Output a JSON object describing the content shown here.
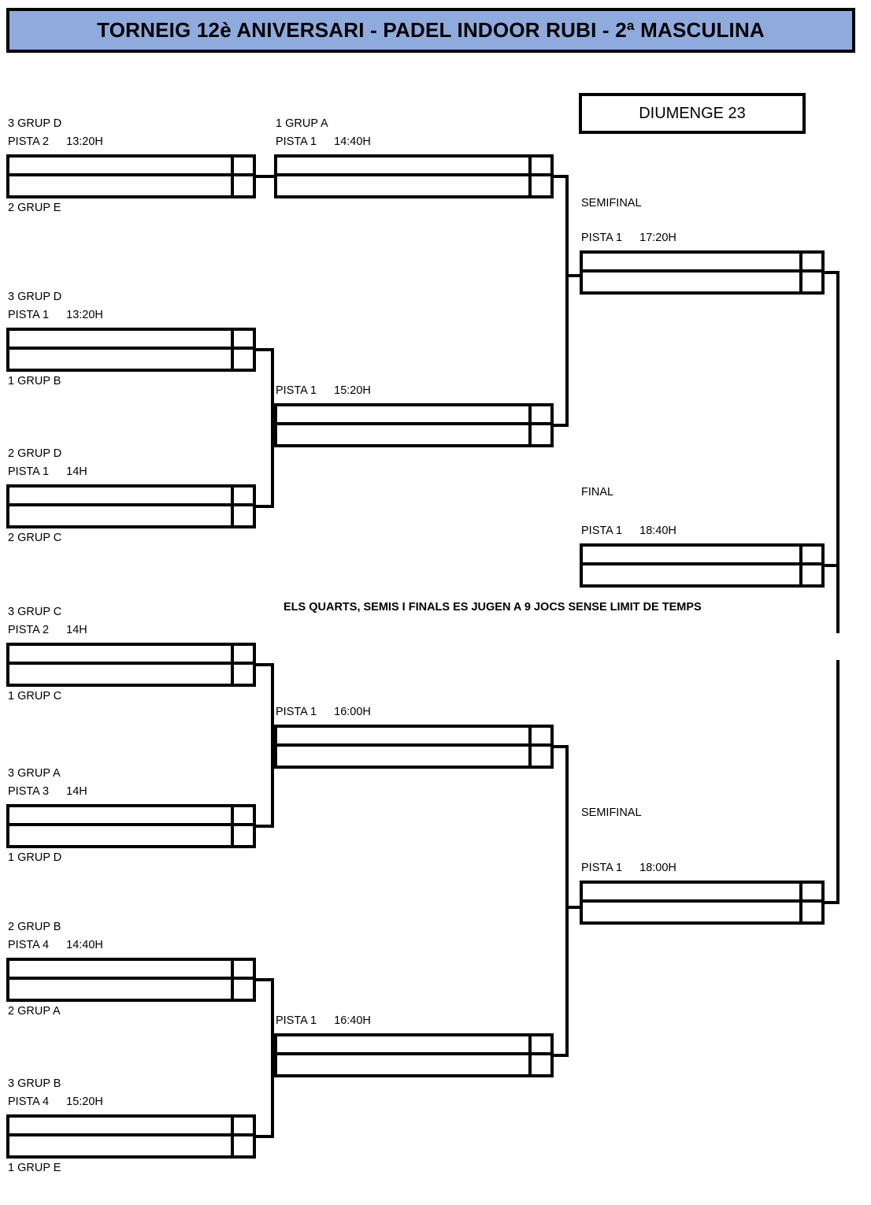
{
  "header": {
    "title": "TORNEIG 12è ANIVERSARI - PADEL INDOOR RUBI - 2ª MASCULINA"
  },
  "day_box": {
    "label": "DIUMENGE 23"
  },
  "note": "ELS QUARTS, SEMIS I FINALS ES JUGEN A 9 JOCS SENSE LIMIT DE TEMPS",
  "round_labels": {
    "semifinal_top": "SEMIFINAL",
    "final": "FINAL",
    "semifinal_bottom": "SEMIFINAL"
  },
  "matches": {
    "r1_m1": {
      "court": "PISTA 2",
      "time": "13:20H",
      "top": "3 GRUP D",
      "bottom": "2 GRUP E"
    },
    "r1_m2": {
      "court": "PISTA 1",
      "time": "13:20H",
      "top": "3 GRUP D",
      "bottom": "1 GRUP B"
    },
    "r1_m3": {
      "court": "PISTA 1",
      "time": "14H",
      "top": "2 GRUP D",
      "bottom": "2 GRUP C"
    },
    "r1_m4": {
      "court": "PISTA 2",
      "time": "14H",
      "top": "3 GRUP C",
      "bottom": "1 GRUP C"
    },
    "r1_m5": {
      "court": "PISTA 3",
      "time": "14H",
      "top": "3 GRUP A",
      "bottom": "1 GRUP D"
    },
    "r1_m6": {
      "court": "PISTA 4",
      "time": "14:40H",
      "top": "2 GRUP B",
      "bottom": "2 GRUP A"
    },
    "r1_m7": {
      "court": "PISTA 4",
      "time": "15:20H",
      "top": "3 GRUP B",
      "bottom": "1 GRUP E"
    },
    "qf_1": {
      "court": "PISTA 1",
      "time": "14:40H",
      "top": "1 GRUP A",
      "bottom": ""
    },
    "qf_2": {
      "court": "PISTA 1",
      "time": "15:20H",
      "top": "",
      "bottom": ""
    },
    "qf_3": {
      "court": "PISTA 1",
      "time": "16:00H",
      "top": "",
      "bottom": ""
    },
    "qf_4": {
      "court": "PISTA 1",
      "time": "16:40H",
      "top": "",
      "bottom": ""
    },
    "sf_1": {
      "court": "PISTA 1",
      "time": "17:20H",
      "top": "",
      "bottom": ""
    },
    "sf_2": {
      "court": "PISTA 1",
      "time": "18:00H",
      "top": "",
      "bottom": ""
    },
    "final": {
      "court": "PISTA 1",
      "time": "18:40H",
      "top": "",
      "bottom": ""
    }
  },
  "colors": {
    "banner_bg": "#8faadc",
    "line": "#000000",
    "page_bg": "#ffffff"
  }
}
